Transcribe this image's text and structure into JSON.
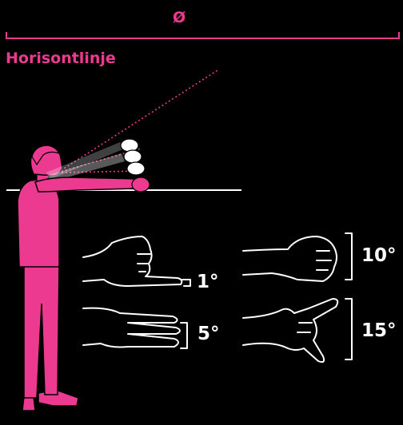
{
  "diagram": {
    "title_symbol": "Ø",
    "horizon_label": "Horisontlinje",
    "degree_labels": {
      "one": "1°",
      "five": "5°",
      "ten": "10°",
      "fifteen": "15°"
    }
  },
  "colors": {
    "background": "#000000",
    "accent": "#ec3a91",
    "line": "#ffffff"
  }
}
